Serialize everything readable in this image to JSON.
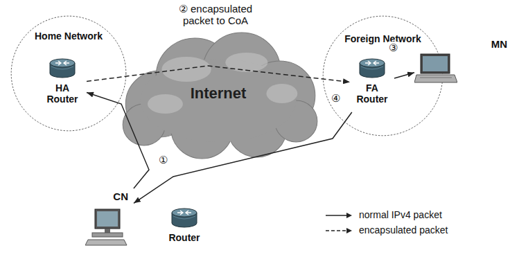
{
  "diagram": {
    "nodes": [
      {
        "text": [
          "Home Network"
        ]
      },
      {
        "text": [
          "HA Router"
        ],
        "in": 0
      },
      {
        "text": [
          "Internet"
        ]
      },
      {
        "text": [
          "Foreign Network"
        ]
      },
      {
        "text": [
          "FA Router"
        ],
        "in": 3
      },
      {
        "text": [
          "MN"
        ]
      },
      {
        "text": [
          "CN"
        ]
      },
      {
        "text": [
          "Router"
        ]
      }
    ],
    "edges": [
      {
        "from": 6,
        "to": 1,
        "arrow": "to"
      },
      {
        "from": 1,
        "to": 4,
        "arrow": "to"
      },
      {
        "from": 4,
        "to": 5,
        "arrow": "to"
      },
      {
        "from": 4,
        "to": 6,
        "arrow": "to"
      }
    ],
    "labels": [
      "② encapsulated packet to CoA",
      "①",
      "③",
      "④"
    ],
    "legend": [
      {
        "text": "normal IPv4 packet"
      },
      {
        "text": "encapsulated packet"
      }
    ]
  }
}
